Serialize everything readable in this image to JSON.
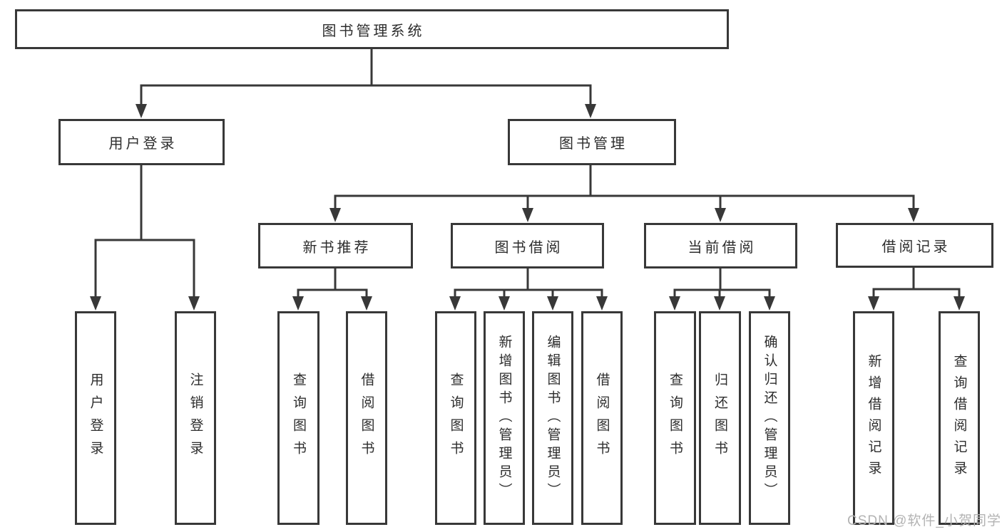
{
  "diagram_title": "图书管理系统",
  "tree": {
    "label": "图书管理系统",
    "children": [
      {
        "label": "用户登录",
        "children": [
          {
            "label": "用户登录"
          },
          {
            "label": "注销登录"
          }
        ]
      },
      {
        "label": "图书管理",
        "children": [
          {
            "label": "新书推荐",
            "children": [
              {
                "label": "查询图书"
              },
              {
                "label": "借阅图书"
              }
            ]
          },
          {
            "label": "图书借阅",
            "children": [
              {
                "label": "查询图书"
              },
              {
                "label": "新增图书（管理员）"
              },
              {
                "label": "编辑图书（管理员）"
              },
              {
                "label": "借阅图书"
              }
            ]
          },
          {
            "label": "当前借阅",
            "children": [
              {
                "label": "查询图书"
              },
              {
                "label": "归还图书"
              },
              {
                "label": "确认归还（管理员）"
              }
            ]
          },
          {
            "label": "借阅记录",
            "children": [
              {
                "label": "新增借阅记录"
              },
              {
                "label": "查询借阅记录"
              }
            ]
          }
        ]
      }
    ]
  },
  "watermark": {
    "text": "CSDN @软件_小贺同学"
  },
  "colors": {
    "line_ink": "#383838",
    "box_border": "#383838",
    "text": "#2d2d2d",
    "watermark": "#b3b3b3",
    "background": "#ffffff"
  }
}
